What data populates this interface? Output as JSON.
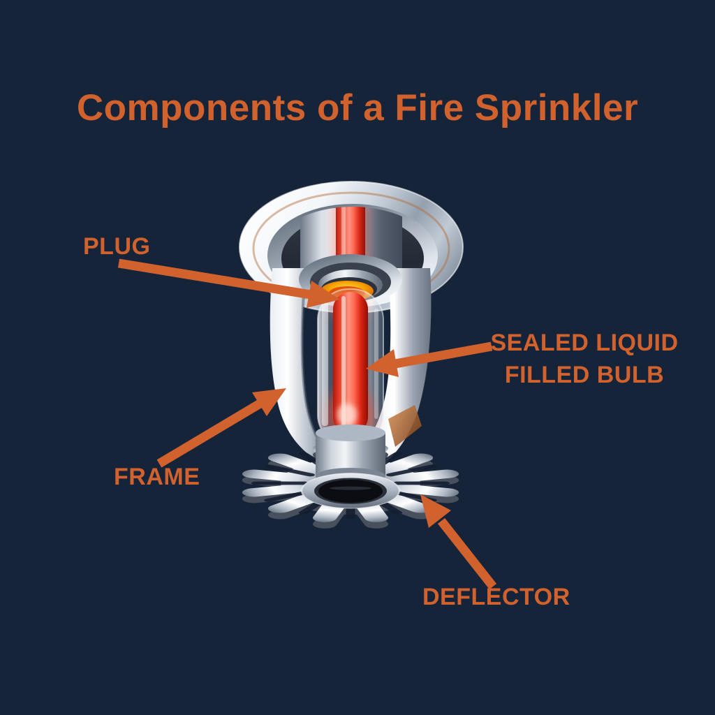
{
  "title": "Components of a Fire Sprinkler",
  "colors": {
    "background": "#16243a",
    "accent": "#d2622d",
    "plug_amber": "#f7a600",
    "bulb_red": "#e8281a",
    "chrome_light": "#f4f7fa",
    "chrome_dark": "#6e7886"
  },
  "diagram": {
    "subject": "fire-sprinkler",
    "labels": {
      "plug": "PLUG",
      "bulb_line1": "SEALED LIQUID",
      "bulb_line2": "FILLED BULB",
      "frame": "FRAME",
      "deflector": "DEFLECTOR"
    }
  }
}
